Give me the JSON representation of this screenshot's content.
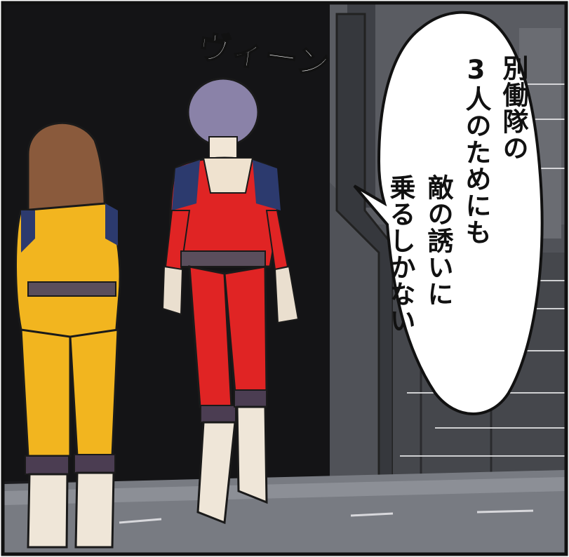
{
  "comic": {
    "sound_effect": "ヴィーン",
    "speech_bubble": {
      "lines": [
        "別働隊の",
        "3人のためにも",
        "敵の誘いに",
        "乗るしかない"
      ]
    },
    "colors": {
      "background": "#1a1a1c",
      "wall_panel": "#4a4c52",
      "floor": "#7c7f86",
      "yellow_suit": "#f2b51f",
      "red_suit": "#e02424",
      "shoulder_navy": "#2c3a6e",
      "hair_brown": "#8a5a3c",
      "hair_purple": "#8a82a8"
    }
  }
}
